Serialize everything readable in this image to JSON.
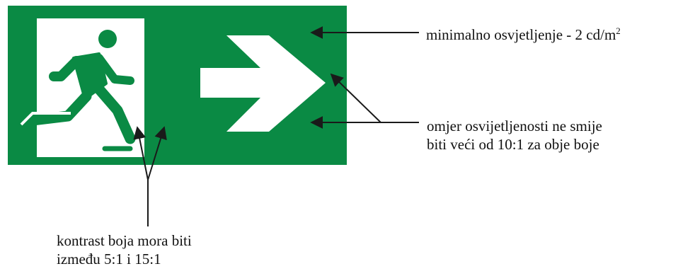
{
  "colors": {
    "sign_green": "#0a8a44",
    "sign_white": "#ffffff",
    "arrow_line": "#1a1a1a"
  },
  "sign": {
    "figure_icon": "running-man-icon",
    "arrow_icon": "arrow-right-icon"
  },
  "annotations": {
    "illumination": {
      "text": "minimalno osvjetljenje - 2 cd/m",
      "superscript": "2"
    },
    "ratio": {
      "line1": "omjer osvijetljenosti ne smije",
      "line2": "biti veći od 10:1 za obje boje"
    },
    "contrast": {
      "line1": "kontrast boja mora biti",
      "line2": "između 5:1 i 15:1"
    }
  }
}
